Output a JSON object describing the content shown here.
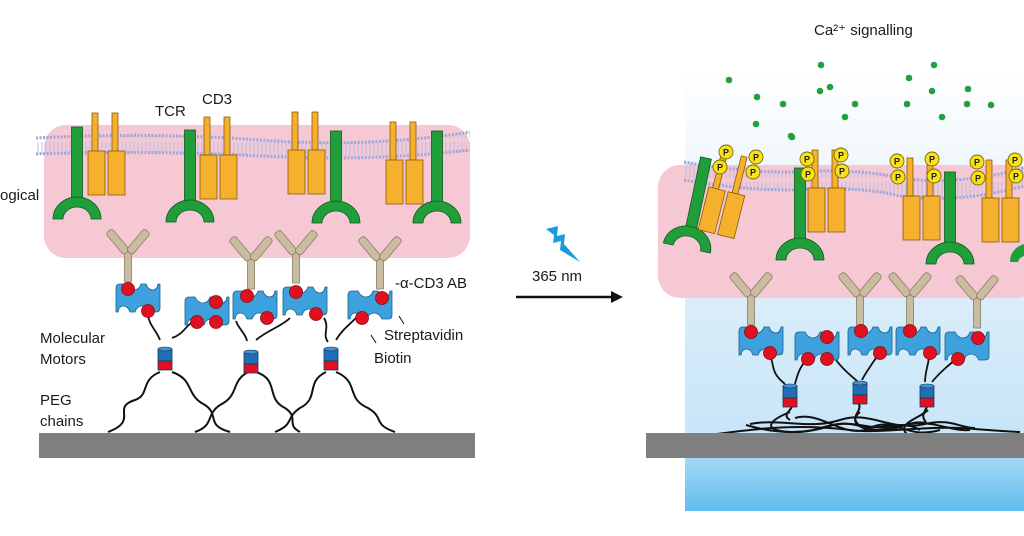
{
  "labels": {
    "tcr": "TCR",
    "cd3": "CD3",
    "cell_side": "ogical",
    "anti_cd3": "-α-CD3 AB",
    "streptavidin": "Streptavidin",
    "biotin": "Biotin",
    "molecular_motors_1": "Molecular",
    "molecular_motors_2": "Motors",
    "peg_1": "PEG",
    "peg_2": "chains",
    "wavelength": "365 nm",
    "ca_signalling": "Ca²⁺ signalling",
    "phospho": "P"
  },
  "colors": {
    "cell": "#f5c8d4",
    "membrane": "#9ea7dc",
    "tcr": "#1f9e3a",
    "cd3": "#f5b12e",
    "antibody": "#c9bca0",
    "streptavidin": "#3ea0dc",
    "biotin": "#e0101e",
    "motor_top": "#1f6fb5",
    "motor_bottom": "#e0101e",
    "surface": "#7f7f7f",
    "light": "#1a9be0",
    "calcium": "#22a03c",
    "phosphate": "#f7e21a",
    "medium_top": "#eef6fc",
    "medium_bottom": "#6cc4ee"
  },
  "panels": [
    {
      "name": "before-illumination",
      "state": "extended PEG chains, resting TCR/CD3"
    },
    {
      "name": "after-illumination",
      "state": "contracted PEG chains, phosphorylated CD3, Ca2+ release"
    }
  ]
}
